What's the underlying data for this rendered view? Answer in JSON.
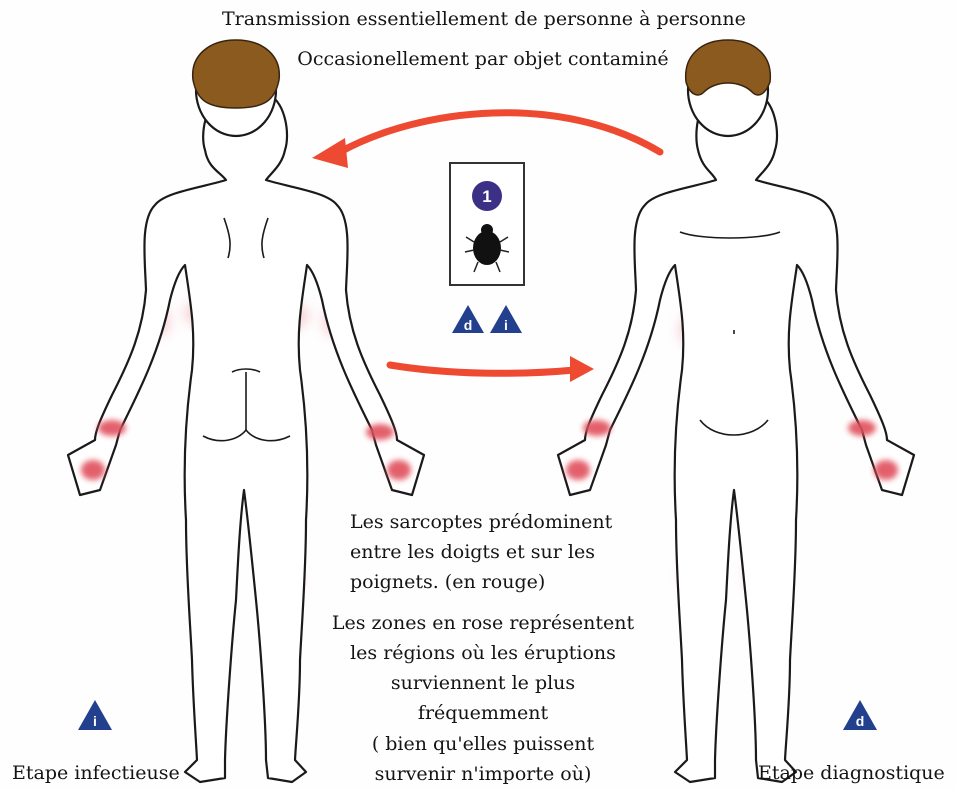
{
  "header": {
    "line1": "Transmission essentiellement de personne à personne",
    "line2": "Occasionellement par objet contaminé"
  },
  "center_panel": {
    "stage_number": "1",
    "mite_icon": "mite-icon",
    "marker_left": "d",
    "marker_right": "i"
  },
  "notes": {
    "mites_line1": "Les sarcoptes prédominent",
    "mites_line2": "entre les doigts et sur les",
    "mites_line3": "poignets. (en rouge)",
    "pink_line1": "Les zones en rose représentent",
    "pink_line2": "les régions où les éruptions",
    "pink_line3": "surviennent le plus",
    "pink_line4": "fréquemment",
    "pink_line5": "( bien qu'elles puissent",
    "pink_line6": "survenir n'importe où)"
  },
  "stages": {
    "left_marker": "i",
    "left_label": "Etape infectieuse",
    "right_marker": "d",
    "right_label": "Etape diagnostique"
  },
  "colors": {
    "hair": "#8b5a1e",
    "outline": "#1a1a1a",
    "rash_pink": "#f7c9cf",
    "mite_red": "#e0505c",
    "arrow": "#ee4a32",
    "badge_purple": "#3c2f86",
    "triangle_blue": "#23408f"
  }
}
